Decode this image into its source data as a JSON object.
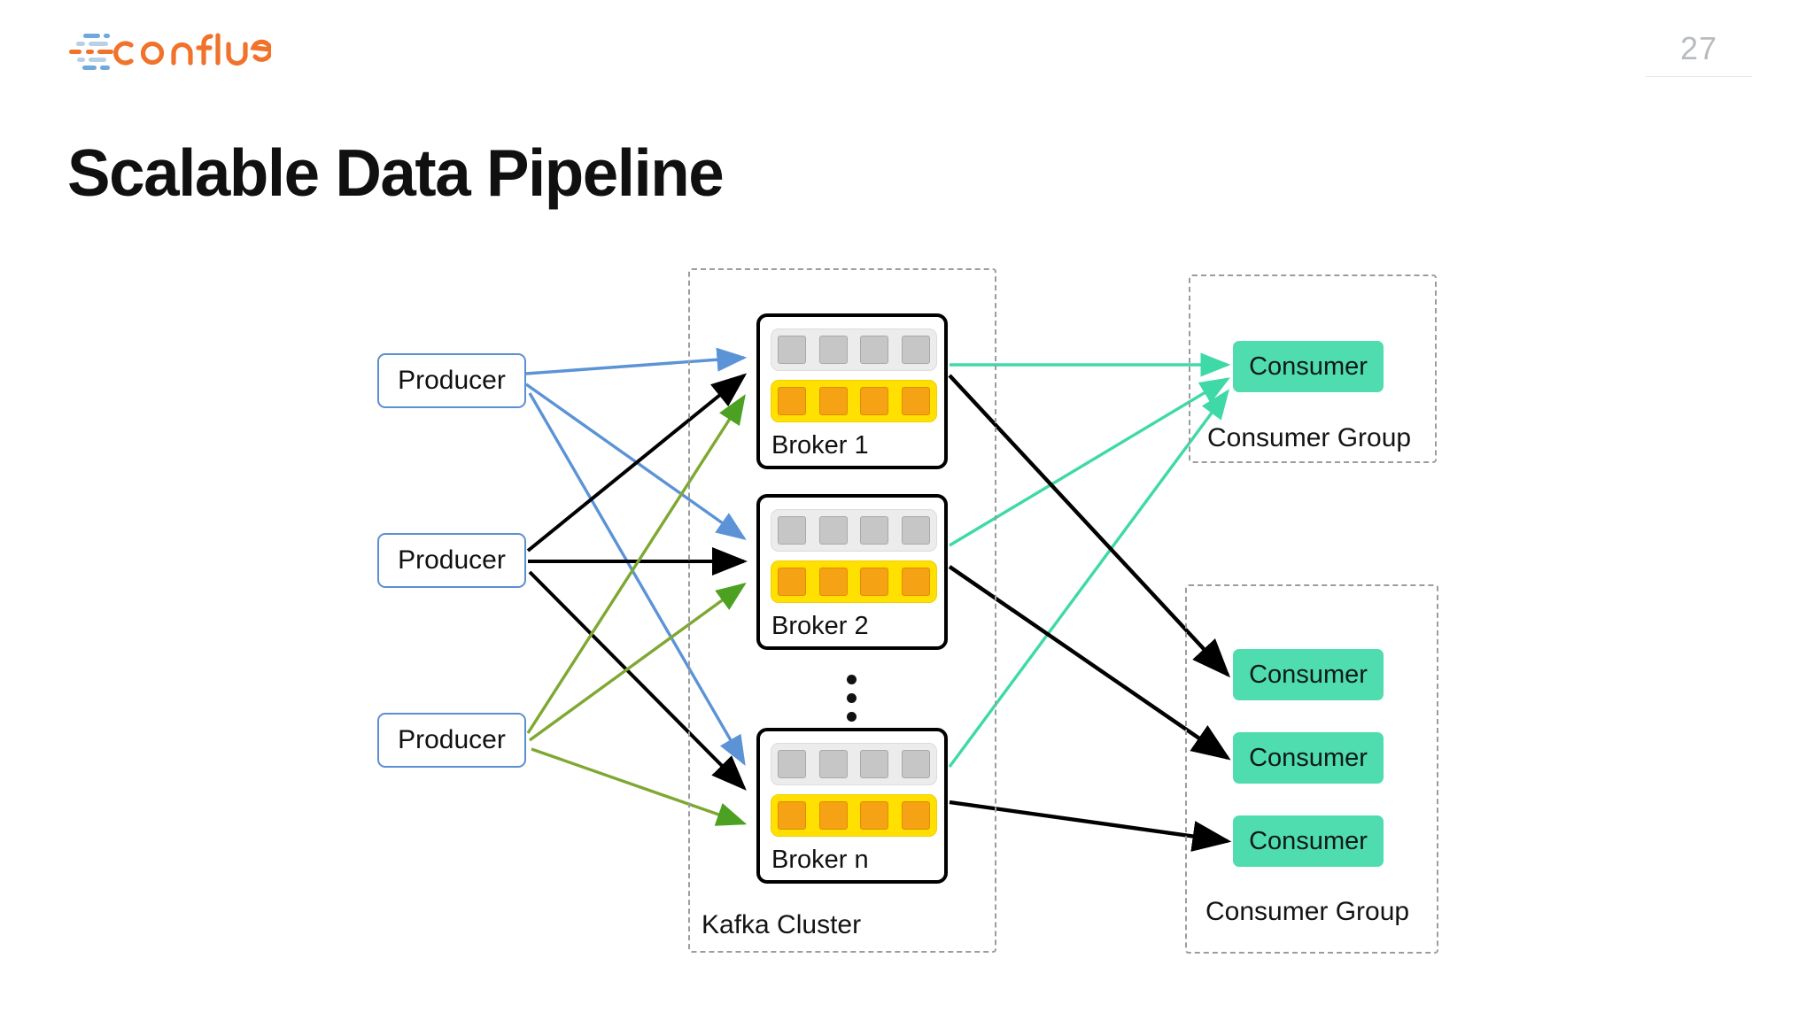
{
  "header": {
    "logo_text": "confluent",
    "logo_icon": "confluent-logo-mark",
    "page_number": "27"
  },
  "title": "Scalable Data Pipeline",
  "diagram": {
    "producers": [
      {
        "label": "Producer"
      },
      {
        "label": "Producer"
      },
      {
        "label": "Producer"
      }
    ],
    "kafka_cluster": {
      "label": "Kafka Cluster",
      "brokers": [
        {
          "label": "Broker 1",
          "partitions": [
            {
              "type": "gray",
              "cells": 4
            },
            {
              "type": "yellow",
              "cells": 4
            }
          ]
        },
        {
          "label": "Broker 2",
          "partitions": [
            {
              "type": "gray",
              "cells": 4
            },
            {
              "type": "yellow",
              "cells": 4
            }
          ]
        },
        {
          "label": "Broker n",
          "partitions": [
            {
              "type": "gray",
              "cells": 4
            },
            {
              "type": "yellow",
              "cells": 4
            }
          ]
        }
      ],
      "ellipsis": "vertical-ellipsis-icon"
    },
    "consumer_groups": [
      {
        "label": "Consumer Group",
        "consumers": [
          {
            "label": "Consumer"
          }
        ]
      },
      {
        "label": "Consumer Group",
        "consumers": [
          {
            "label": "Consumer"
          },
          {
            "label": "Consumer"
          },
          {
            "label": "Consumer"
          }
        ]
      }
    ]
  },
  "colors": {
    "producer_border": "#5b8fd0",
    "broker_border": "#000000",
    "partition_gray_bg": "#ececec",
    "partition_gray_cell": "#c6c6c6",
    "partition_yellow_bg": "#ffe000",
    "partition_yellow_cell": "#f5a314",
    "consumer_fill": "#4fdcae",
    "group_border": "#9a9da0",
    "arrow_blue": "#5b93d6",
    "arrow_black": "#000000",
    "arrow_green": "#7fa832",
    "arrow_green_head": "#4ca022",
    "arrow_teal": "#3fd9a8",
    "page_number": "#b9bcbe",
    "title": "#101010",
    "logo_orange": "#f0722b",
    "logo_blue": "#6fa8dc"
  }
}
